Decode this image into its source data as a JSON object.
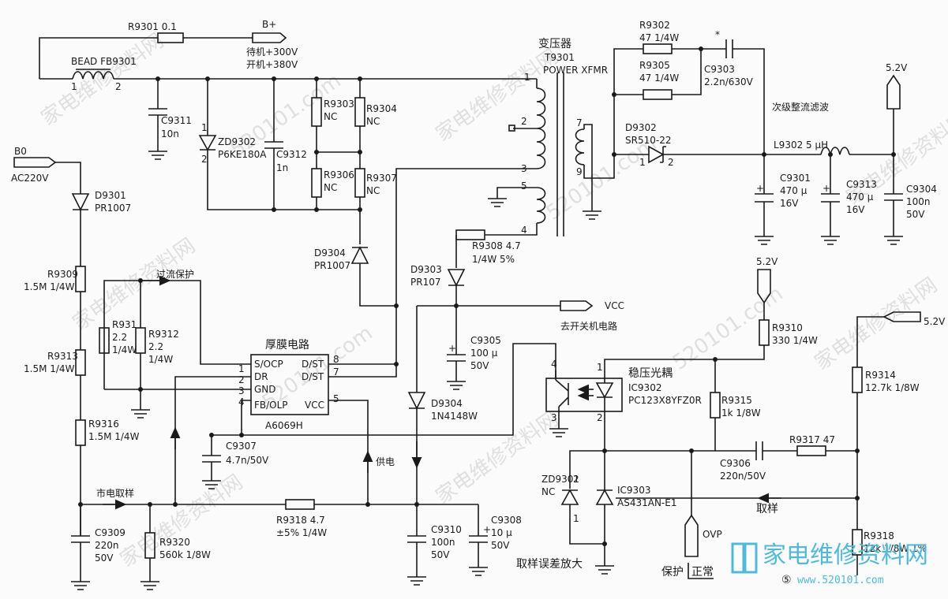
{
  "labels": {
    "r9301": "R9301 0.1",
    "bplus": "B+",
    "standby_v": "待机+300V",
    "on_v": "开机+380V",
    "bead": "BEAD FB9301",
    "bead_pin1": "1",
    "bead_pin2": "2",
    "c9311": "C9311",
    "c9311_val": "10n",
    "zd9302_pin1": "1",
    "zd9302_pin2": "2",
    "zd9302": "ZD9302",
    "zd9302_val": "P6KE180A",
    "c9312": "C9312",
    "c9312_val": "1n",
    "r9303": "R9303",
    "r9303_val": "NC",
    "r9304": "R9304",
    "r9304_val": "NC",
    "r9306": "R9306",
    "r9306_val": "NC",
    "r9307": "R9307",
    "r9307_val": "NC",
    "transformer": "变压器",
    "t9301": "T9301",
    "power_xfmr": "POWER XFMR",
    "t_pin1": "1",
    "t_pin2": "2",
    "t_pin3": "3",
    "t_pin4": "4",
    "t_pin5": "5",
    "t_pin7": "7",
    "t_pin9": "9",
    "r9302": "R9302",
    "r9302_val": "47 1/4W",
    "r9305": "R9305",
    "r9305_val": "47 1/4W",
    "star": "*",
    "c9303": "C9303",
    "c9303_val": "2.2n/630V",
    "d9302": "D9302",
    "d9302_val": "SR510-22",
    "d9302_pin1": "1",
    "d9302_pin2": "2",
    "secondary": "次级整流滤波",
    "l9302": "L9302 5 μH",
    "v52_top": "5.2V",
    "c9301": "C9301",
    "c9301_val1": "470 μ",
    "c9301_val2": "16V",
    "c9313": "C9313",
    "c9313_val1": "470 μ",
    "c9313_val2": "16V",
    "c9304": "C9304",
    "c9304_val1": "100n",
    "c9304_val2": "50V",
    "b0": "B0",
    "ac220": "AC220V",
    "d9301": "D9301",
    "d9301_val": "PR1007",
    "r9309": "R9309",
    "r9309_val": "1.5M 1/4W",
    "overcurrent": "过流保护",
    "r931": "R931",
    "r931_val1": "2.2",
    "r931_val2": "1/4W",
    "r9312": "R9312",
    "r9312_val1": "2.2",
    "r9312_val2": "1/4W",
    "r9313": "R9313",
    "r9313_val": "1.5M 1/4W",
    "r9316": "R9316",
    "r9316_val": "1.5M 1/4W",
    "thick_film": "厚膜电路",
    "ic_name": "A6069H",
    "ic_p1": "1",
    "ic_p2": "2",
    "ic_p3": "3",
    "ic_p4": "4",
    "ic_p5": "5",
    "ic_p7": "7",
    "ic_p8": "8",
    "ic_socp": "S/OCP",
    "ic_dr": "DR",
    "ic_gnd": "GND",
    "ic_fbolp": "FB/OLP",
    "ic_dst1": "D/ST",
    "ic_dst2": "D/ST",
    "ic_vcc": "VCC",
    "d9304a": "D9304",
    "d9304a_val": "PR1007",
    "r9308": "R9308 4.7",
    "r9308_val": "1/4W 5%",
    "d9303": "D9303",
    "d9303_val": "PR107",
    "vcc": "VCC",
    "to_switch": "去开关机电路",
    "c9305": "C9305",
    "c9305_val1": "100 μ",
    "c9305_val2": "50V",
    "d9304b": "D9304",
    "d9304b_val": "1N4148W",
    "c9307": "C9307",
    "c9307_val": "4.7n/50V",
    "supply": "供电",
    "mains_sample": "市电取样",
    "r9318a": "R9318 4.7",
    "r9318a_val": "±5% 1/4W",
    "c9309": "C9309",
    "c9309_val1": "220n",
    "c9309_val2": "50V",
    "r9320": "R9320",
    "r9320_val": "560k 1/8W",
    "c9310": "C9310",
    "c9310_val1": "100n",
    "c9310_val2": "50V",
    "c9308": "C9308",
    "c9308_val1": "10 μ",
    "c9308_val2": "50V",
    "v52_mid": "5.2V",
    "r9310": "R9310",
    "r9310_val": "330 1/4W",
    "v52_right": "5.2V",
    "opto_title": "稳压光耦",
    "ic9302": "IC9302",
    "ic9302_val": "PC123X8YFZ0R",
    "opto_p1": "1",
    "opto_p2": "2",
    "opto_p3": "3",
    "opto_p4": "4",
    "r9315": "R9315",
    "r9315_val": "1k 1/8W",
    "r9314": "R9314",
    "r9314_val": "12.7k 1/8W",
    "c9306": "C9306",
    "c9306_val": "220n/50V",
    "r9317": "R9317 47",
    "zd9301": "ZD9301",
    "zd9301_val": "NC",
    "zd9301_p1": "1",
    "zd9301_p2": "2",
    "ic9303": "IC9303",
    "ic9303_val": "AS431AN-E1",
    "ovp": "OVP",
    "sample": "取样",
    "r9318b": "R9318",
    "r9318b_val": "12k 1/8W 1%",
    "err_amp": "取样误差放大",
    "protect": "保护",
    "normal": "正常",
    "circle5": "⑤",
    "logo_text": "家电维修资料网",
    "logo_url": "www.520101.com",
    "watermark": "家电维修资料网",
    "watermark_url": "520101.com"
  }
}
